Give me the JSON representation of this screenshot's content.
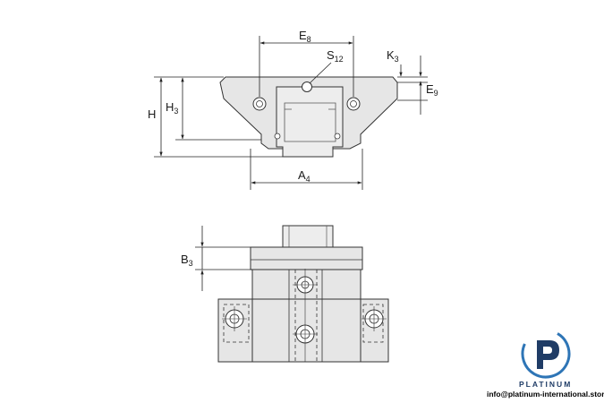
{
  "labels": {
    "e8": {
      "main": "E",
      "sub": "8"
    },
    "s12": {
      "main": "S",
      "sub": "12"
    },
    "k3": {
      "main": "K",
      "sub": "3"
    },
    "e9": {
      "main": "E",
      "sub": "9"
    },
    "h": {
      "main": "H"
    },
    "h3": {
      "main": "H",
      "sub": "3"
    },
    "a4": {
      "main": "A",
      "sub": "4"
    },
    "b3": {
      "main": "B",
      "sub": "3"
    }
  },
  "brand": {
    "name": "PLATINUM",
    "email": "info@platinum-international.store"
  },
  "colors": {
    "part_fill": "#e6e6e6",
    "part_stroke": "#333333",
    "dim_line": "#222222",
    "logo_blue": "#1f3c66",
    "logo_light": "#2e75b6"
  }
}
